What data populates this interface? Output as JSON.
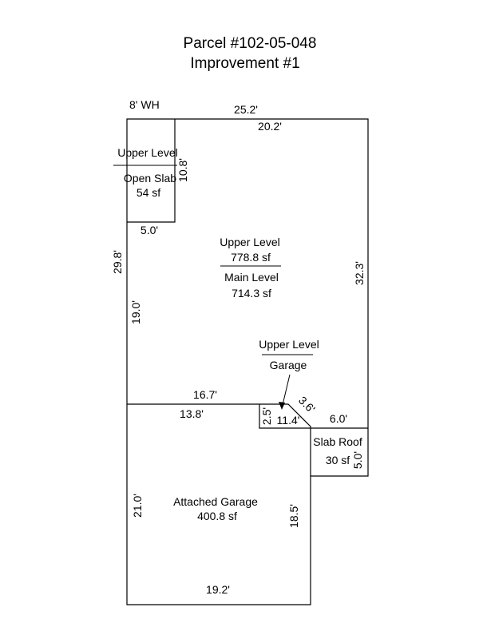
{
  "title": {
    "line1": "Parcel #102-05-048",
    "line2": "Improvement #1"
  },
  "areas": {
    "wh": {
      "name": "8' WH"
    },
    "upper_level_label": "Upper Level",
    "open_slab": {
      "name": "Open Slab",
      "area": "54 sf"
    },
    "main": {
      "upper_label": "Upper Level",
      "upper_area": "778.8 sf",
      "main_label": "Main Level",
      "main_area": "714.3 sf"
    },
    "garage_callout": {
      "upper_label": "Upper Level",
      "lower_label": "Garage"
    },
    "slab_roof": {
      "name": "Slab Roof",
      "area": "30 sf"
    },
    "attached_garage": {
      "name": "Attached Garage",
      "area": "400.8 sf"
    }
  },
  "dimensions": {
    "top_outer": "25.2'",
    "top_inner": "20.2'",
    "wh_height": "10.8'",
    "wh_width": "5.0'",
    "left_outer": "29.8'",
    "left_inner": "19.0'",
    "right_main": "32.3'",
    "mid_outer": "16.7'",
    "mid_inner": "13.8'",
    "notch_small": "2.5'",
    "notch_bottom": "11.4'",
    "diagonal": "3.6'",
    "slab_top": "6.0'",
    "slab_right": "5.0'",
    "garage_left": "21.0'",
    "garage_right": "18.5'",
    "garage_bottom": "19.2'"
  }
}
